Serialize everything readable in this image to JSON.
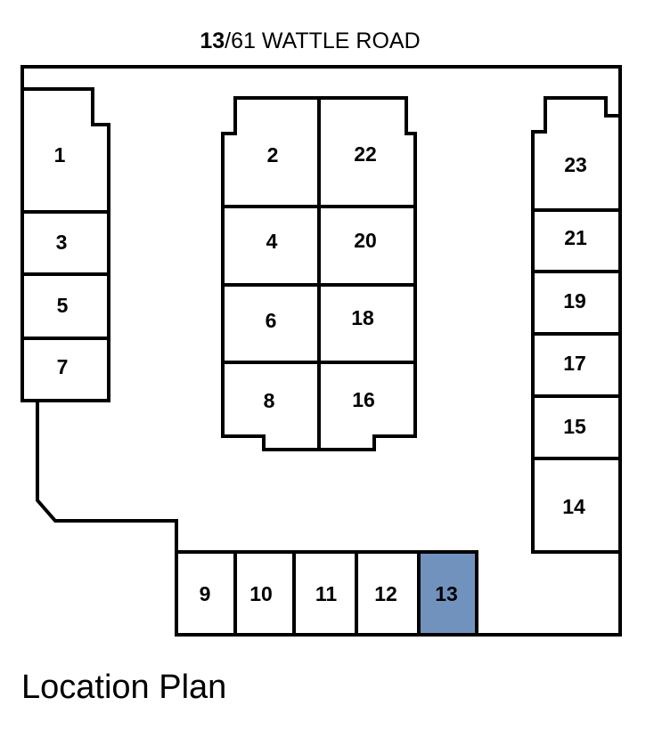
{
  "title": {
    "unit_bold": "13",
    "rest": "/61 WATTLE ROAD"
  },
  "caption": "Location Plan",
  "highlight_color": "#7292BE",
  "highlighted_unit": "13",
  "units": {
    "u1": "1",
    "u3": "3",
    "u5": "5",
    "u7": "7",
    "u2": "2",
    "u22": "22",
    "u4": "4",
    "u20": "20",
    "u6": "6",
    "u18": "18",
    "u8": "8",
    "u16": "16",
    "u23": "23",
    "u21": "21",
    "u19": "19",
    "u17": "17",
    "u15": "15",
    "u14": "14",
    "u9": "9",
    "u10": "10",
    "u11": "11",
    "u12": "12",
    "u13": "13"
  }
}
